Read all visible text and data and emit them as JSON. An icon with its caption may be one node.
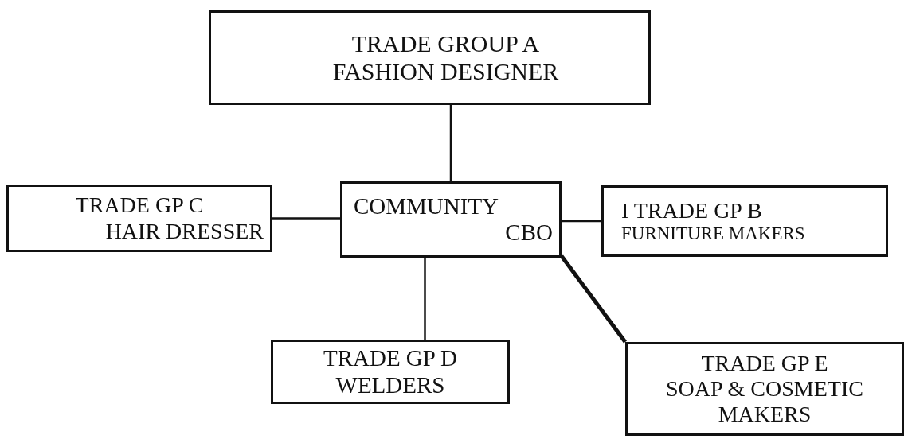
{
  "diagram": {
    "nodes": [
      {
        "text": [
          "TRADE GROUP A",
          "FASHION DESIGNER"
        ]
      },
      {
        "text": [
          "TRADE GP C",
          "HAIR DRESSER"
        ]
      },
      {
        "text": [
          "COMMUNITY",
          "CBO"
        ]
      },
      {
        "text": [
          "I TRADE GP B",
          "FURNITURE MAKERS"
        ]
      },
      {
        "text": [
          "TRADE GP D",
          "WELDERS"
        ]
      },
      {
        "text": [
          "TRADE GP E",
          "SOAP & COSMETIC MAKERS"
        ]
      }
    ],
    "edges": [
      {
        "from": 2,
        "to": 0,
        "arrow": "none"
      },
      {
        "from": 1,
        "to": 2,
        "arrow": "none"
      },
      {
        "from": 2,
        "to": 3,
        "arrow": "none"
      },
      {
        "from": 2,
        "to": 4,
        "arrow": "none"
      },
      {
        "from": 2,
        "to": 5,
        "arrow": "none",
        "style": "thick"
      }
    ]
  }
}
